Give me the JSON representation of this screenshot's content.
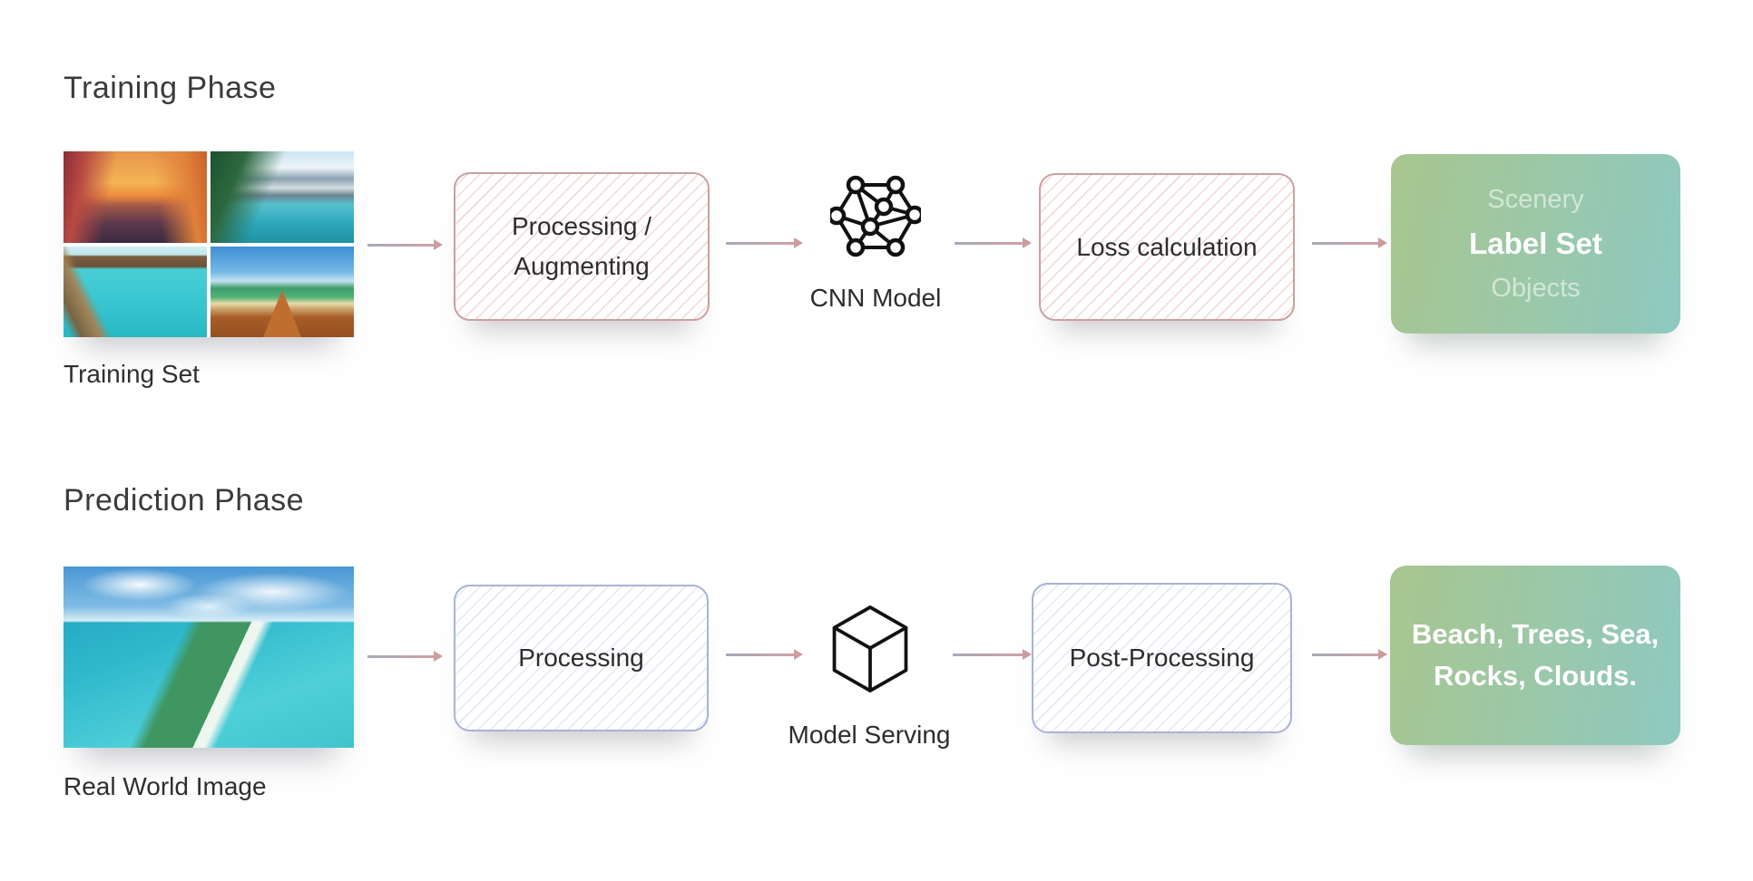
{
  "training": {
    "title": "Training Phase",
    "set_label": "Training Set",
    "images": [
      "colorful-canal-houses-sunset",
      "mountain-lake-pines",
      "overwater-bungalows-boardwalk",
      "palm-beach-pier"
    ],
    "box1": {
      "line1": "Processing /",
      "line2": "Augmenting"
    },
    "model_icon": "network-graph-icon",
    "model_label": "CNN Model",
    "box2": {
      "label": "Loss calculation"
    },
    "output": {
      "top": "Scenery",
      "middle": "Label Set",
      "bottom": "Objects"
    }
  },
  "prediction": {
    "title": "Prediction Phase",
    "image_label": "Real World Image",
    "image": "tropical-coastline-aerial",
    "box1": {
      "label": "Processing"
    },
    "model_icon": "cube-icon",
    "model_label": "Model Serving",
    "box2": {
      "label": "Post-Processing"
    },
    "output": {
      "line1": "Beach, Trees, Sea,",
      "line2": "Rocks, Clouds."
    }
  },
  "colors": {
    "training_box_border": "#c9a0a0",
    "training_box_hatch": "#f2d8d8",
    "prediction_box_border": "#a9b3d6",
    "prediction_box_hatch": "#e4e8f5",
    "output_gradient_left": "#a8c68e",
    "output_gradient_right": "#8ec9c1",
    "arrow_tail": "#a6a9ba",
    "arrow_head": "#cd9da0",
    "title_text": "#3b3b3b",
    "box_text": "#2d2d2d"
  }
}
